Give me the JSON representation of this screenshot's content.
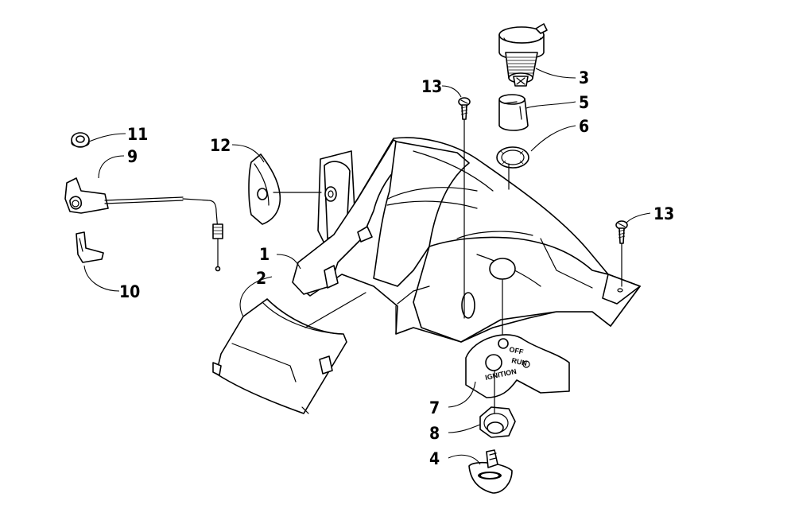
{
  "diagram": {
    "callouts": {
      "c1": "1",
      "c2": "2",
      "c3": "3",
      "c4": "4",
      "c5": "5",
      "c6": "6",
      "c7": "7",
      "c8": "8",
      "c9": "9",
      "c10": "10",
      "c11": "11",
      "c12": "12",
      "c13a": "13",
      "c13b": "13"
    },
    "ignition_plate": {
      "off": "OFF",
      "run": "RUN",
      "ignition": "IGNITION"
    }
  }
}
